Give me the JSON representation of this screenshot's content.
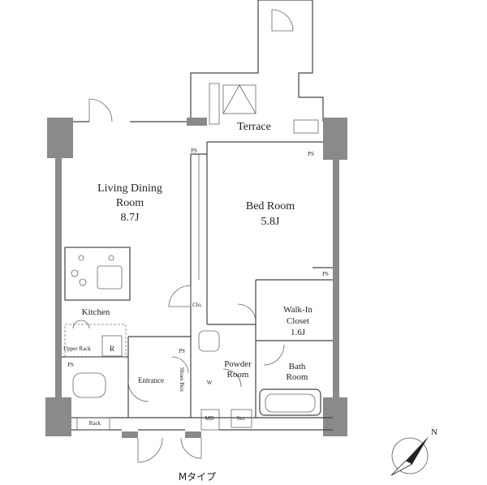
{
  "rooms": {
    "terrace": "Terrace",
    "living_line1": "Living Dining",
    "living_line2": "Room",
    "living_size": "8.7J",
    "bed_line1": "Bed Room",
    "bed_size": "5.8J",
    "kitchen": "Kitchen",
    "walkin_line1": "Walk-In",
    "walkin_line2": "Closet",
    "walkin_size": "1.6J",
    "powder_line1": "Powder",
    "powder_line2": "Room",
    "bath_line1": "Bath",
    "bath_line2": "Room",
    "entrance": "Entrance"
  },
  "small_labels": {
    "ps": "PS",
    "clo": "Clo.",
    "upper_rack": "Upper Rack",
    "r": "R",
    "shoes_box": "Shoes Box",
    "w": "W",
    "mb": "MB",
    "sto": "Sto.",
    "rack": "Rack"
  },
  "caption": "Mタイプ",
  "compass": {
    "north": "N"
  }
}
